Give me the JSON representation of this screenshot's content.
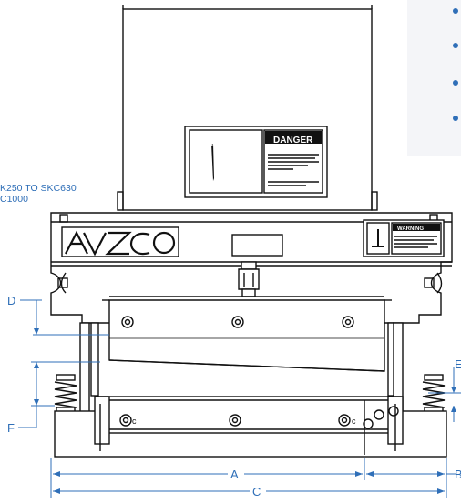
{
  "model_range": {
    "line1": "K250 TO SKC630",
    "line2": "C1000"
  },
  "brand_logo": "AVZCO",
  "danger_label": {
    "heading": "DANGER"
  },
  "warning_label": {
    "heading": "WARNING"
  },
  "dimensions": {
    "A": "A",
    "B": "B",
    "C": "C",
    "D": "D",
    "E": "E",
    "F": "F"
  },
  "bolt_mark": "c",
  "info_panel": {
    "bullet_count": 4
  },
  "colors": {
    "dimension": "#2f6fb8",
    "line": "#111111",
    "panel": "#f4f5f8"
  }
}
